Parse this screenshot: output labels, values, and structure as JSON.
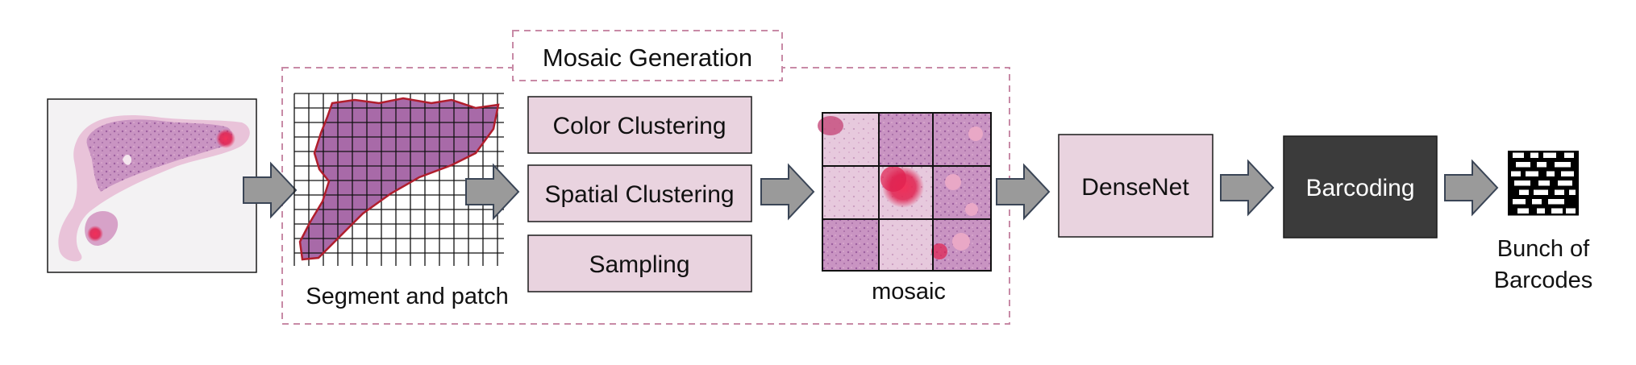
{
  "diagram": {
    "group_title": "Mosaic Generation",
    "segment_caption": "Segment and patch",
    "steps": [
      "Color Clustering",
      "Spatial Clustering",
      "Sampling"
    ],
    "mosaic_caption": "mosaic",
    "densenet_label": "DenseNet",
    "barcoding_label": "Barcoding",
    "barcodes_caption_line1": "Bunch of",
    "barcodes_caption_line2": "Barcodes"
  },
  "colors": {
    "box_fill": "#E9D3DF",
    "box_stroke": "#1a1a1a",
    "dashed_stroke": "#C88AA6",
    "arrow_fill": "#9A9A9A",
    "arrow_stroke": "#3A4556",
    "barcoding_fill": "#3B3B3B",
    "tissue": "#A86AA8",
    "tissue_light": "#E7BCD4",
    "tissue_outline": "#B01E2C",
    "stain_red": "#E0204E"
  },
  "icons": [
    "slide-thumbnail",
    "tissue-grid-icon",
    "mosaic-grid",
    "barcodes-icon"
  ]
}
